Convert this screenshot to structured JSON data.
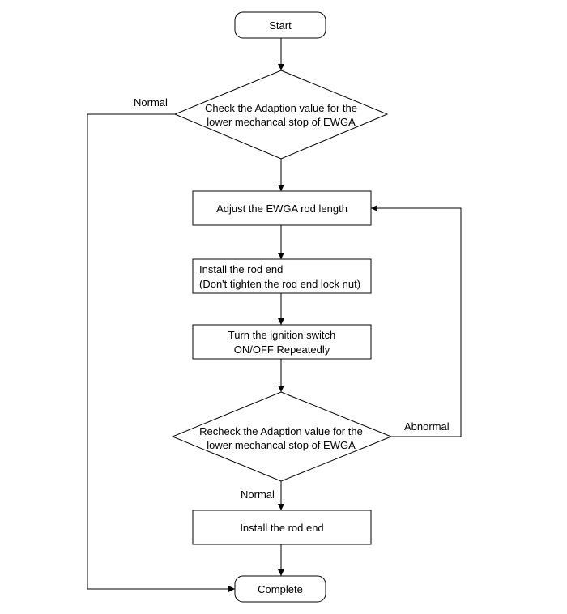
{
  "nodes": {
    "start": "Start",
    "check": [
      "Check the Adaption value for the",
      "lower mechancal stop of EWGA"
    ],
    "adjust": "Adjust the EWGA rod length",
    "install_rod_end": [
      "Install the rod end",
      "(Don't tighten the rod end lock nut)"
    ],
    "turn_ignition": [
      "Turn the ignition switch",
      "ON/OFF  Repeatedly"
    ],
    "recheck": [
      "Recheck the Adaption value for the",
      "lower mechancal stop of EWGA"
    ],
    "install_final": "Install the rod end",
    "complete": "Complete"
  },
  "edges": {
    "check_normal": "Normal",
    "recheck_abnormal": "Abnormal",
    "recheck_normal": "Normal"
  }
}
